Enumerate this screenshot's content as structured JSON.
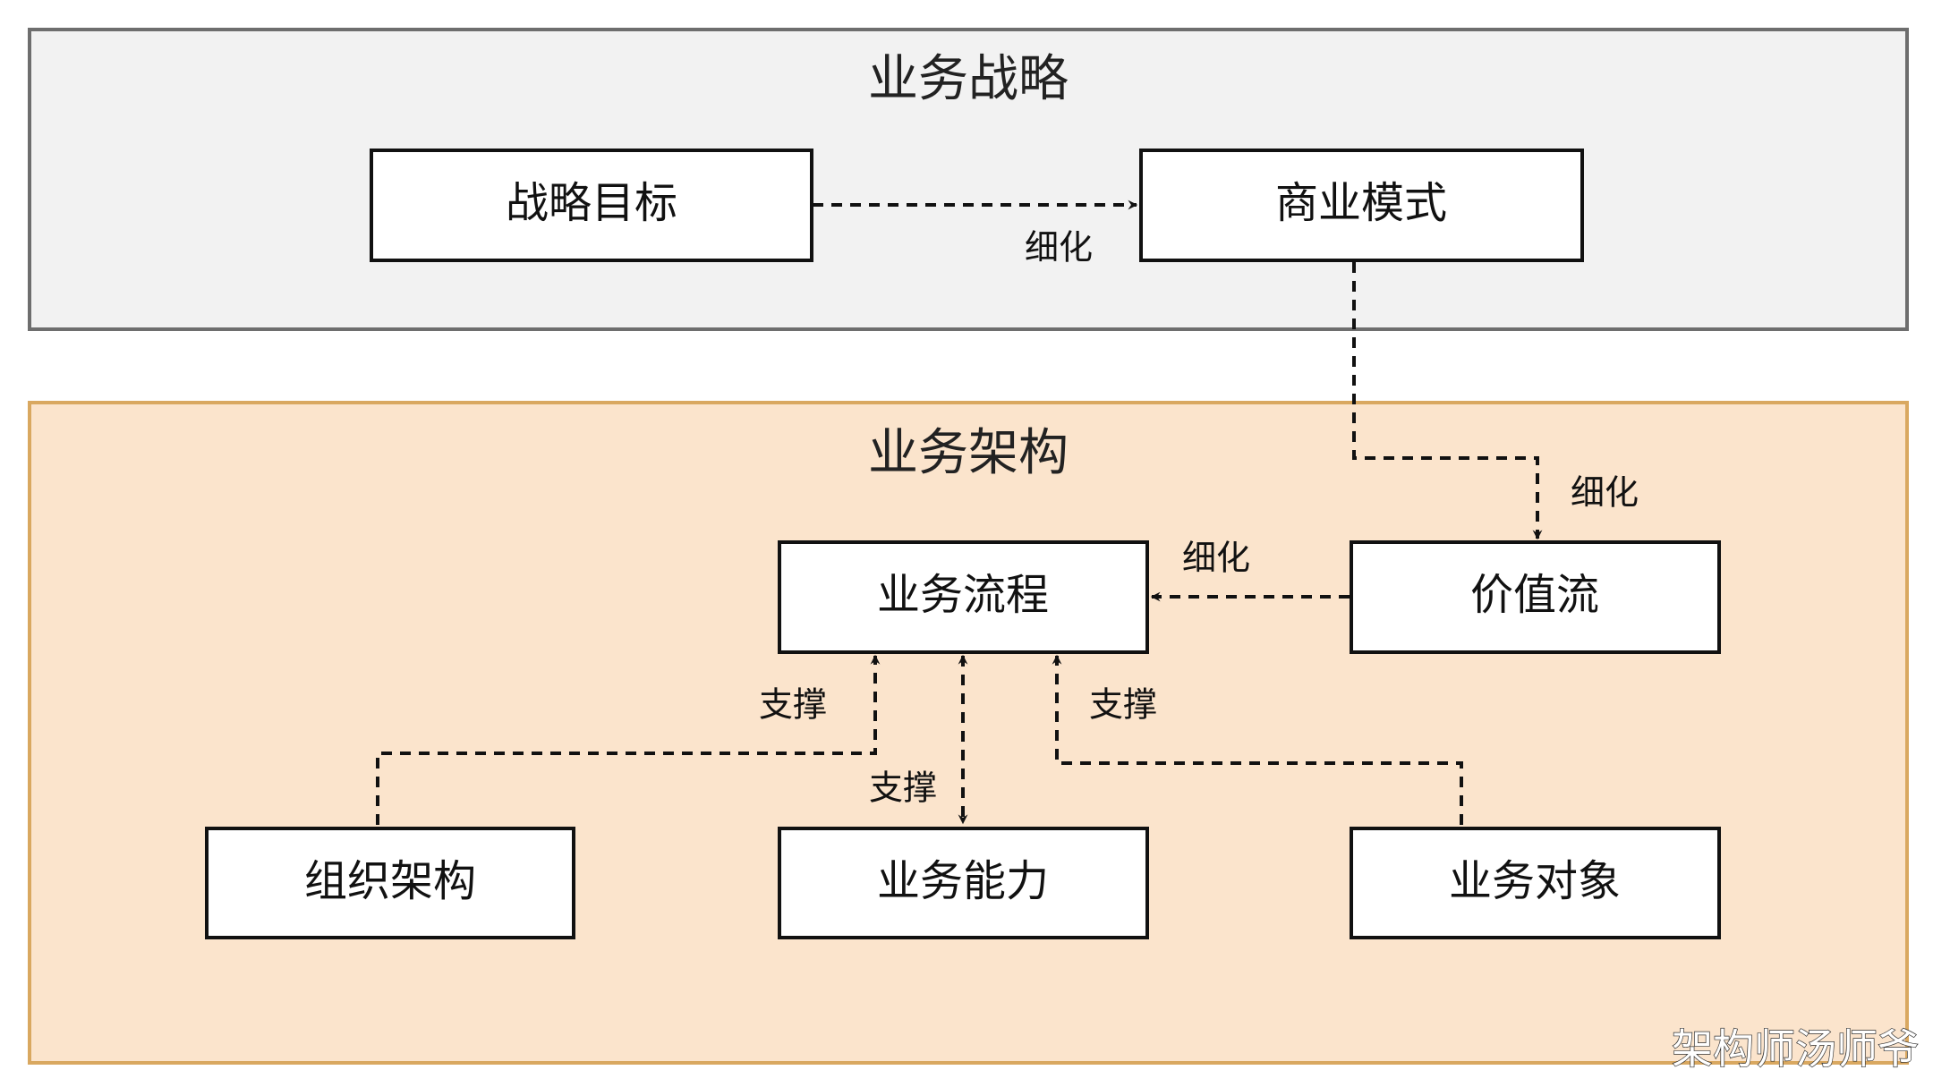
{
  "diagram": {
    "groups": {
      "strategy": {
        "title": "业务战略",
        "fill": "#f2f2f2",
        "stroke": "#6e6e6e"
      },
      "architecture": {
        "title": "业务架构",
        "fill": "#fbe4cc",
        "stroke": "#d9a860"
      }
    },
    "boxes": {
      "strategic_goal": "战略目标",
      "business_model": "商业模式",
      "business_process": "业务流程",
      "value_stream": "价值流",
      "org_structure": "组织架构",
      "business_capability": "业务能力",
      "business_object": "业务对象"
    },
    "edges": {
      "goal_to_model": "细化",
      "model_to_value": "细化",
      "value_to_process": "细化",
      "org_to_process": "支撑",
      "capability_to_process": "支撑",
      "object_to_process": "支撑"
    },
    "watermark": "架构师汤师爷"
  }
}
